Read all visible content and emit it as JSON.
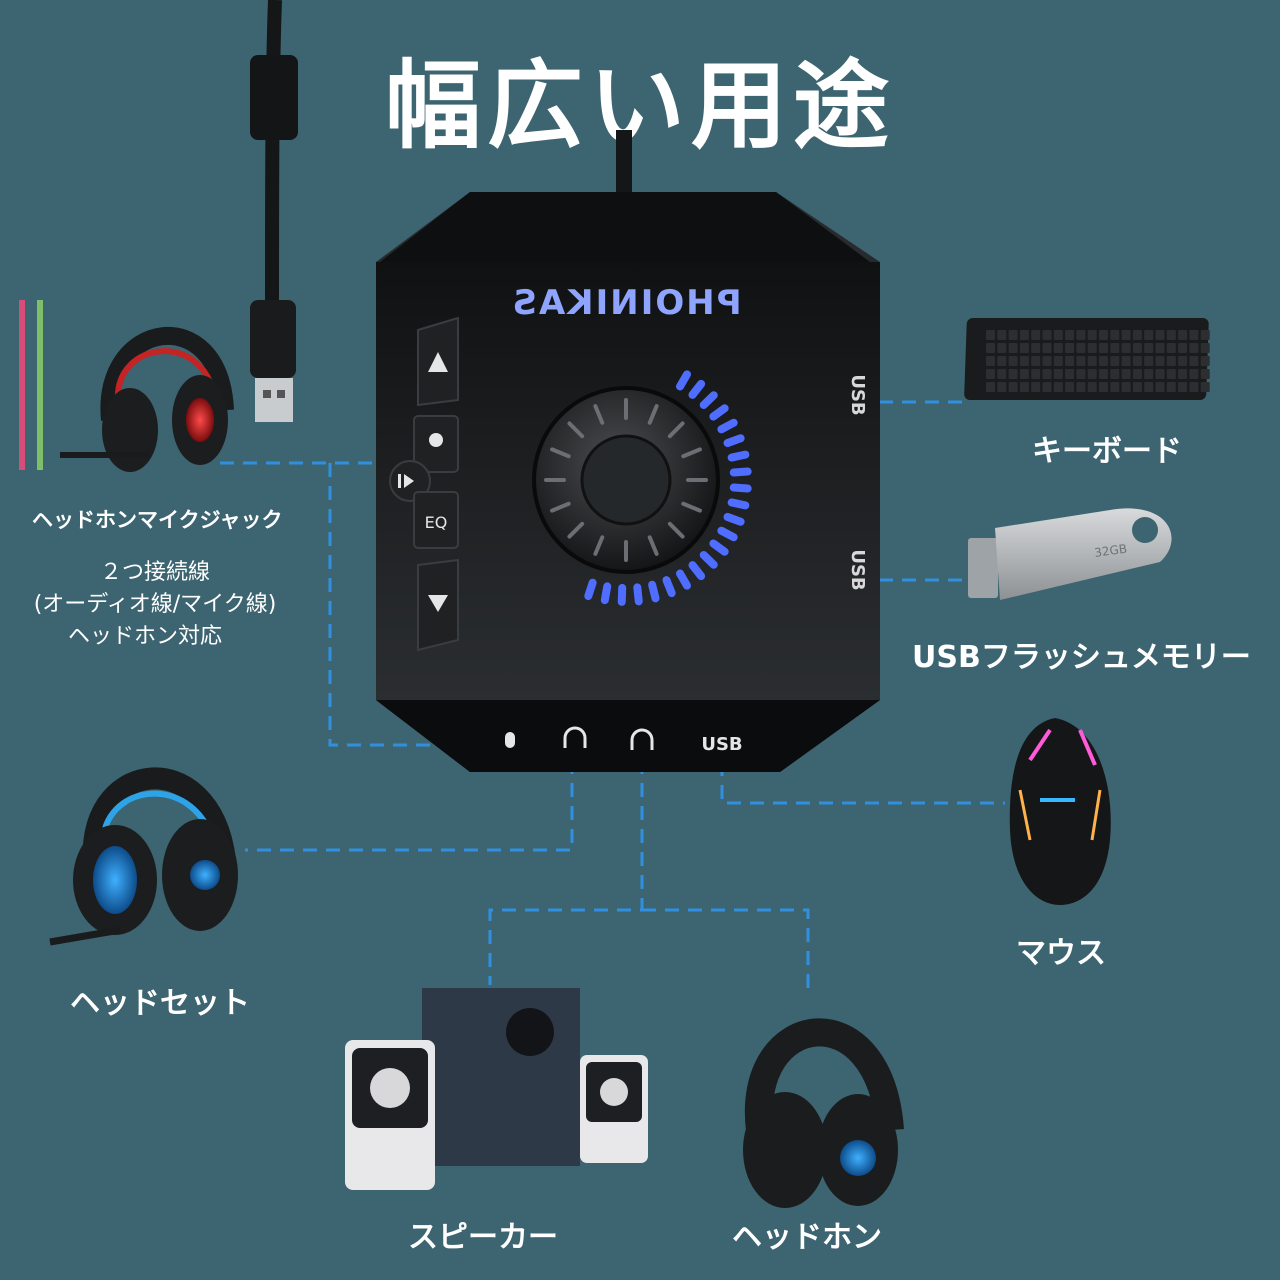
{
  "title": "幅広い用途",
  "device": {
    "brand": "PHOINIKAS",
    "ports_side": [
      "USB",
      "USB"
    ],
    "ports_bottom": [
      "mic-port",
      "headset-port",
      "headphone-port",
      "USB"
    ],
    "buttons": [
      "volume-up",
      "mic-mute",
      "play-pause",
      "EQ",
      "volume-down"
    ],
    "eq_label": "EQ",
    "usb_label": "USB"
  },
  "labels": {
    "keyboard": "キーボード",
    "usb_flash": "USBフラッシュメモリー",
    "mouse": "マウス",
    "headphone_mic_jack": "ヘッドホンマイクジャック",
    "two_wire_line1": "２つ接続線",
    "two_wire_line2": "(オーディオ線/マイク線)",
    "two_wire_line3": "ヘッドホン対応",
    "headset": "ヘッドセット",
    "speaker": "スピーカー",
    "headphone": "ヘッドホン"
  },
  "usb_stick_capacity": "32GB",
  "colors": {
    "background": "#3c6471",
    "connector_line": "#2f8fe0",
    "led_blue": "#4f6dff",
    "device_body": "#1b1d1f"
  }
}
